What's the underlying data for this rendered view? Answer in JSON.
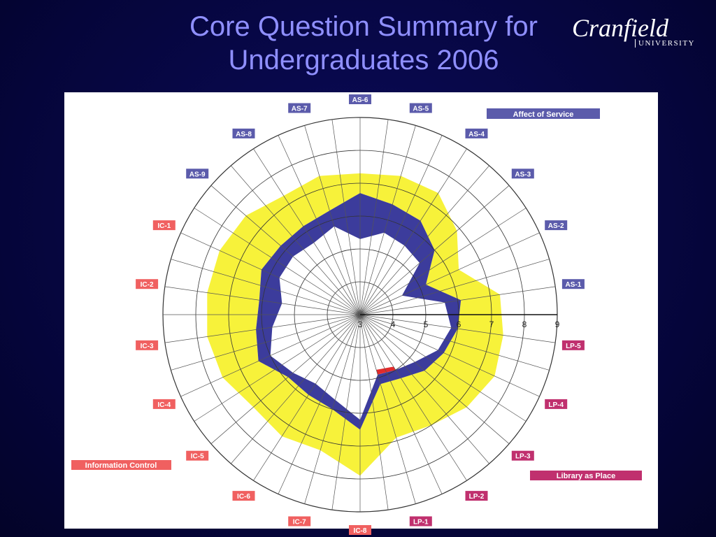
{
  "slide": {
    "title_line1": "Core Question Summary for",
    "title_line2": "Undergraduates 2006"
  },
  "logo": {
    "word": "Cranfield",
    "sub": "UNIVERSITY"
  },
  "colors": {
    "background": "#06063f",
    "title": "#8f8fff",
    "yellow_band": "#f7f23a",
    "blue_band": "#3c3c9c",
    "red_band": "#e22b2b",
    "as_label": "#5b5bab",
    "lp_label": "#c0306e",
    "ic_label": "#f06060"
  },
  "chart_data": {
    "type": "radar",
    "scale_ticks": [
      "3",
      "4",
      "5",
      "6",
      "7",
      "8",
      "9"
    ],
    "rmin": 3,
    "rmax": 9,
    "axes": [
      "AS-6",
      "AS-5",
      "AS-4",
      "AS-3",
      "AS-2",
      "AS-1",
      "LP-5",
      "LP-4",
      "LP-3",
      "LP-2",
      "LP-1",
      "IC-8",
      "IC-7",
      "IC-6",
      "IC-5",
      "IC-4",
      "IC-3",
      "IC-2",
      "IC-1",
      "AS-9",
      "AS-8",
      "AS-7"
    ],
    "axis_groups": [
      "AS",
      "AS",
      "AS",
      "AS",
      "AS",
      "AS",
      "LP",
      "LP",
      "LP",
      "LP",
      "LP",
      "IC",
      "IC",
      "IC",
      "IC",
      "IC",
      "IC",
      "IC",
      "IC",
      "AS",
      "AS",
      "AS"
    ],
    "series": [
      {
        "name": "",
        "values": [
          7.3,
          7.4,
          7.4,
          6.9,
          6.3,
          7.3,
          7.4,
          7.5,
          7.3,
          7.0,
          6.9,
          7.9,
          7.3,
          7.4,
          7.3,
          7.6,
          7.7,
          7.7,
          7.7,
          7.6,
          7.3,
          7.4
        ]
      },
      {
        "name": "",
        "values": [
          6.7,
          6.5,
          6.4,
          6.0,
          5.2,
          6.1,
          6.0,
          5.8,
          5.6,
          5.3,
          5.2,
          6.5,
          6.0,
          5.9,
          5.9,
          6.4,
          6.2,
          6.1,
          6.3,
          6.2,
          6.2,
          6.3
        ]
      },
      {
        "name": "",
        "values": [
          5.3,
          5.6,
          5.5,
          5.4,
          4.4,
          5.6,
          5.8,
          5.6,
          5.2,
          5.0,
          4.9,
          6.2,
          5.7,
          5.5,
          5.7,
          6.0,
          5.7,
          5.4,
          5.7,
          5.7,
          5.6,
          5.8
        ]
      }
    ],
    "group_legends": [
      "Affect of Service",
      "Library as Place",
      "Information Control"
    ]
  }
}
